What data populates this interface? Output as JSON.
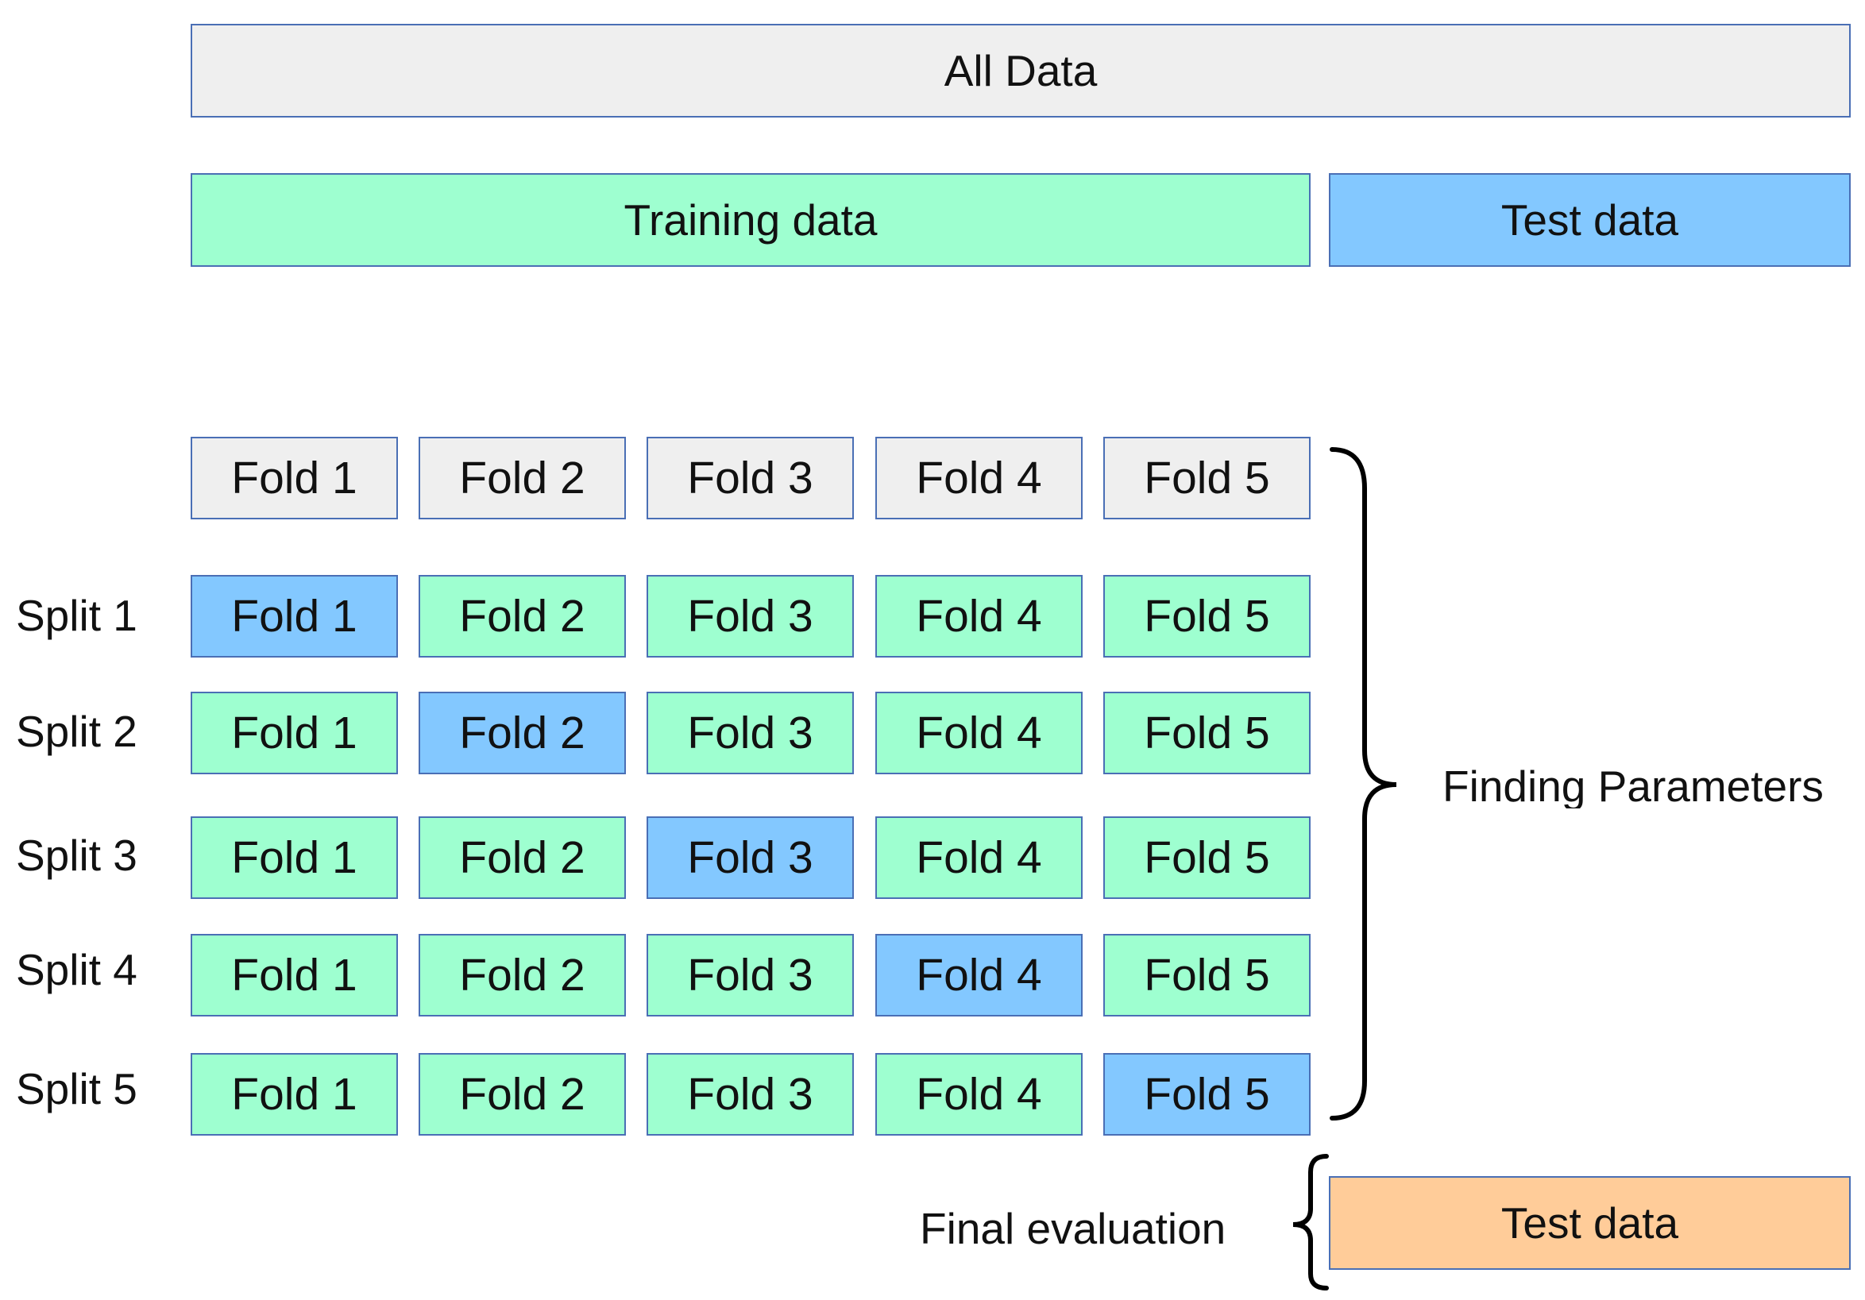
{
  "all_data": "All Data",
  "training_data": "Training data",
  "test_data": "Test data",
  "header_folds": [
    "Fold 1",
    "Fold 2",
    "Fold 3",
    "Fold 4",
    "Fold 5"
  ],
  "splits": [
    {
      "label": "Split 1",
      "folds": [
        "Fold 1",
        "Fold 2",
        "Fold 3",
        "Fold 4",
        "Fold 5"
      ],
      "test_fold_index": 0
    },
    {
      "label": "Split 2",
      "folds": [
        "Fold 1",
        "Fold 2",
        "Fold 3",
        "Fold 4",
        "Fold 5"
      ],
      "test_fold_index": 1
    },
    {
      "label": "Split 3",
      "folds": [
        "Fold 1",
        "Fold 2",
        "Fold 3",
        "Fold 4",
        "Fold 5"
      ],
      "test_fold_index": 2
    },
    {
      "label": "Split 4",
      "folds": [
        "Fold 1",
        "Fold 2",
        "Fold 3",
        "Fold 4",
        "Fold 5"
      ],
      "test_fold_index": 3
    },
    {
      "label": "Split 5",
      "folds": [
        "Fold 1",
        "Fold 2",
        "Fold 3",
        "Fold 4",
        "Fold 5"
      ],
      "test_fold_index": 4
    }
  ],
  "finding_parameters": "Finding Parameters",
  "final_evaluation": "Final evaluation",
  "final_test_data": "Test data",
  "colors": {
    "neutral": "#efefef",
    "training": "#9effd0",
    "validation": "#83c8ff",
    "final_test": "#ffcc99",
    "border": "#4a6fb5"
  }
}
